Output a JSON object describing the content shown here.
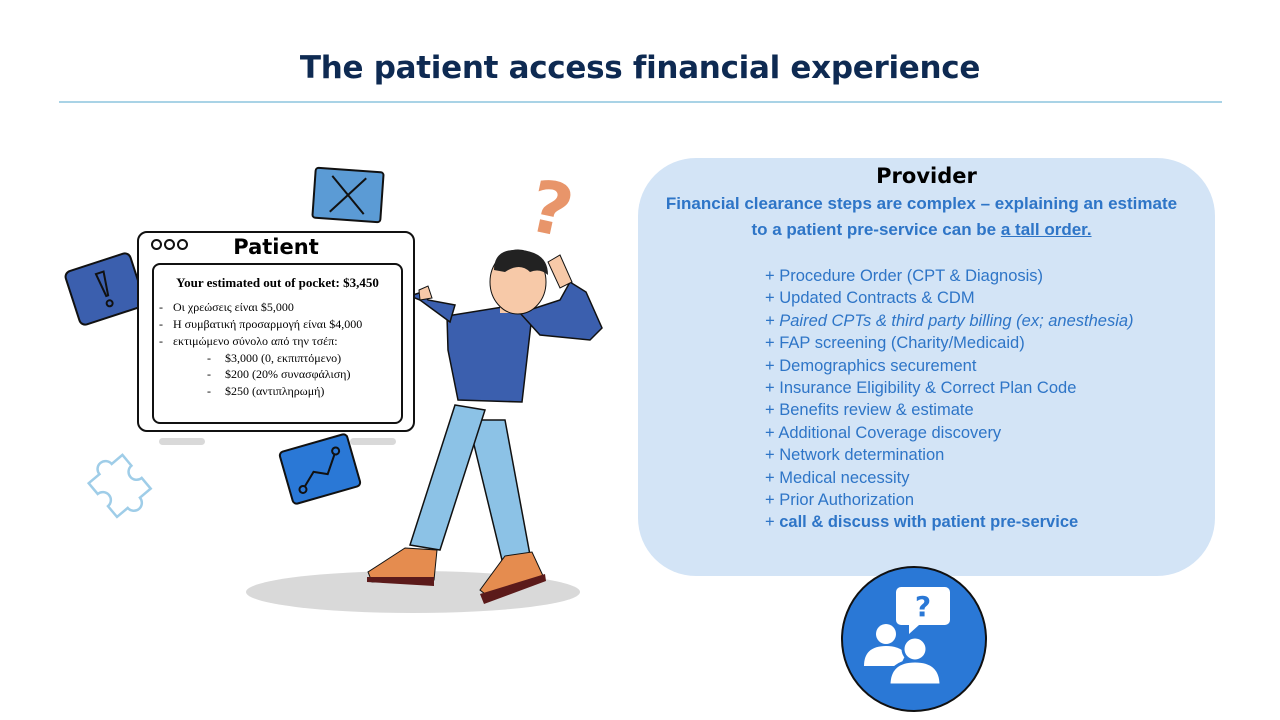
{
  "slide": {
    "title": "The patient access financial experience"
  },
  "patient_card": {
    "label": "Patient",
    "estimate_heading": "Your estimated out of pocket: $3,450",
    "lines": [
      {
        "dash": "-",
        "text": "Οι χρεώσεις είναι $5,000"
      },
      {
        "dash": "-",
        "text": "Η συμβατική προσαρμογή είναι $4,000"
      },
      {
        "dash": "-",
        "text": "εκτιμώμενο σύνολο από την τσέπ:"
      }
    ],
    "sub_lines": [
      {
        "dash": "-",
        "text": "$3,000 (0, εκπιπτόμενο)"
      },
      {
        "dash": "-",
        "text": "$200 (20% συνασφάλιση)"
      },
      {
        "dash": "-",
        "text": "$250 (αντιπληρωμή)"
      }
    ]
  },
  "provider_panel": {
    "title": "Provider",
    "subtitle_part1": "Financial clearance steps are complex –  explaining an estimate to a patient pre-service can be ",
    "subtitle_emphasis": "a tall order.",
    "steps": [
      {
        "prefix": "+ ",
        "text": "Procedure Order (CPT & Diagnosis)",
        "style": "normal"
      },
      {
        "prefix": "+ ",
        "text": "Updated Contracts & CDM",
        "style": "normal"
      },
      {
        "prefix": "+ ",
        "text": "Paired CPTs & third party billing (ex; anesthesia)",
        "style": "italic"
      },
      {
        "prefix": "+ ",
        "text": "FAP screening (Charity/Medicaid)",
        "style": "normal"
      },
      {
        "prefix": "+ ",
        "text": "Demographics securement",
        "style": "normal"
      },
      {
        "prefix": "+ ",
        "text": "Insurance Eligibility & Correct Plan Code",
        "style": "normal"
      },
      {
        "prefix": "+ ",
        "text": "Benefits review & estimate",
        "style": "normal"
      },
      {
        "prefix": "+ ",
        "text": "Additional Coverage discovery",
        "style": "normal"
      },
      {
        "prefix": "+ ",
        "text": "Network determination",
        "style": "normal"
      },
      {
        "prefix": "+ ",
        "text": "Medical necessity",
        "style": "normal"
      },
      {
        "prefix": "+ ",
        "text": "Prior Authorization",
        "style": "normal"
      },
      {
        "prefix": "+ ",
        "text": "call & discuss with patient pre-service",
        "style": "bold"
      }
    ]
  },
  "chat_icon": {
    "glyph": "?"
  },
  "illustration": {
    "question_mark": "?",
    "icons": [
      "close-icon",
      "alert-icon",
      "line-chart-icon",
      "puzzle-icon"
    ]
  },
  "colors": {
    "title": "#0e2a52",
    "accent_blue": "#2e75c7",
    "panel_bg": "#d3e4f6",
    "rule": "#a9d3e6",
    "icon_blue": "#2a78d6",
    "shirt": "#3b5fae",
    "shoes": "#e58c4f"
  }
}
